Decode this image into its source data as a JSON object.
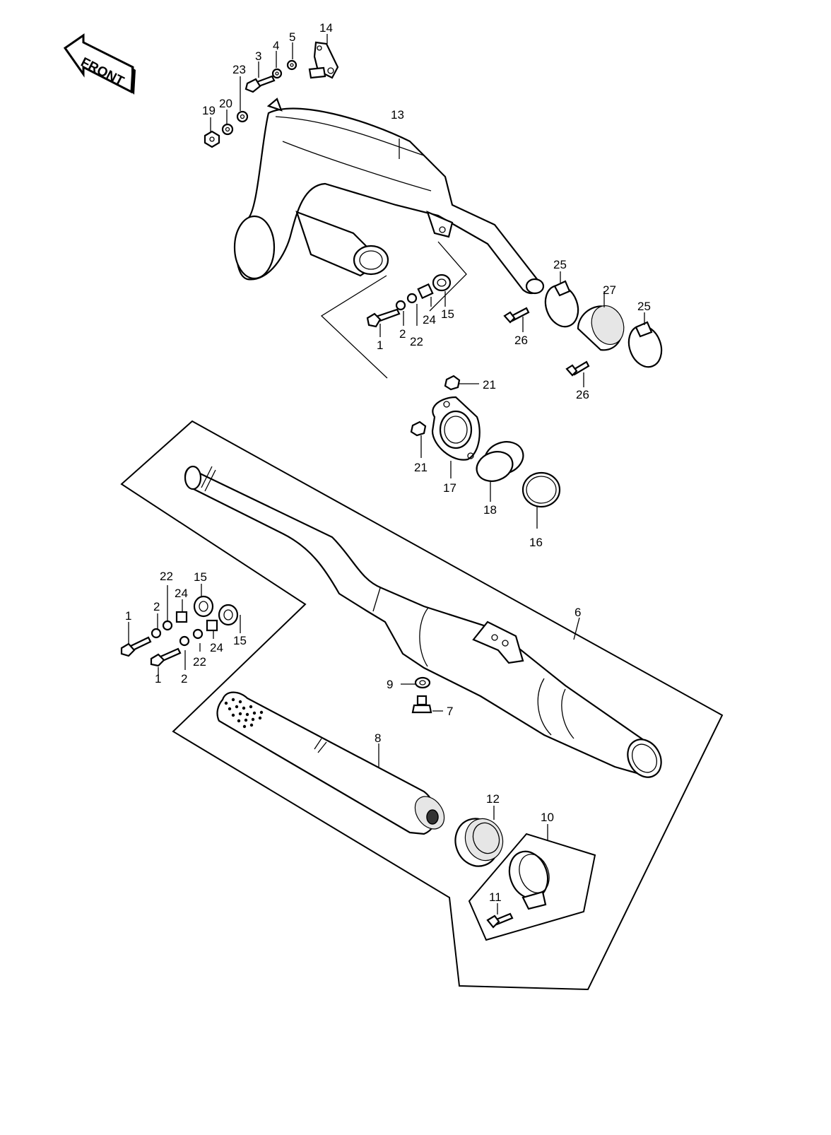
{
  "front_badge": {
    "label": "FRONT"
  },
  "callouts": {
    "c1a": "1",
    "c1b": "1",
    "c1c": "1",
    "c2a": "2",
    "c2b": "2",
    "c2c": "2",
    "c3": "3",
    "c4": "4",
    "c5": "5",
    "c6": "6",
    "c7": "7",
    "c8": "8",
    "c9": "9",
    "c10": "10",
    "c11": "11",
    "c12": "12",
    "c13": "13",
    "c14": "14",
    "c15a": "15",
    "c15b": "15",
    "c15c": "15",
    "c16": "16",
    "c17": "17",
    "c18": "18",
    "c19": "19",
    "c20": "20",
    "c21a": "21",
    "c21b": "21",
    "c22a": "22",
    "c22b": "22",
    "c22c": "22",
    "c23": "23",
    "c24a": "24",
    "c24b": "24",
    "c24c": "24",
    "c25a": "25",
    "c25b": "25",
    "c26a": "26",
    "c26b": "26",
    "c27": "27"
  }
}
